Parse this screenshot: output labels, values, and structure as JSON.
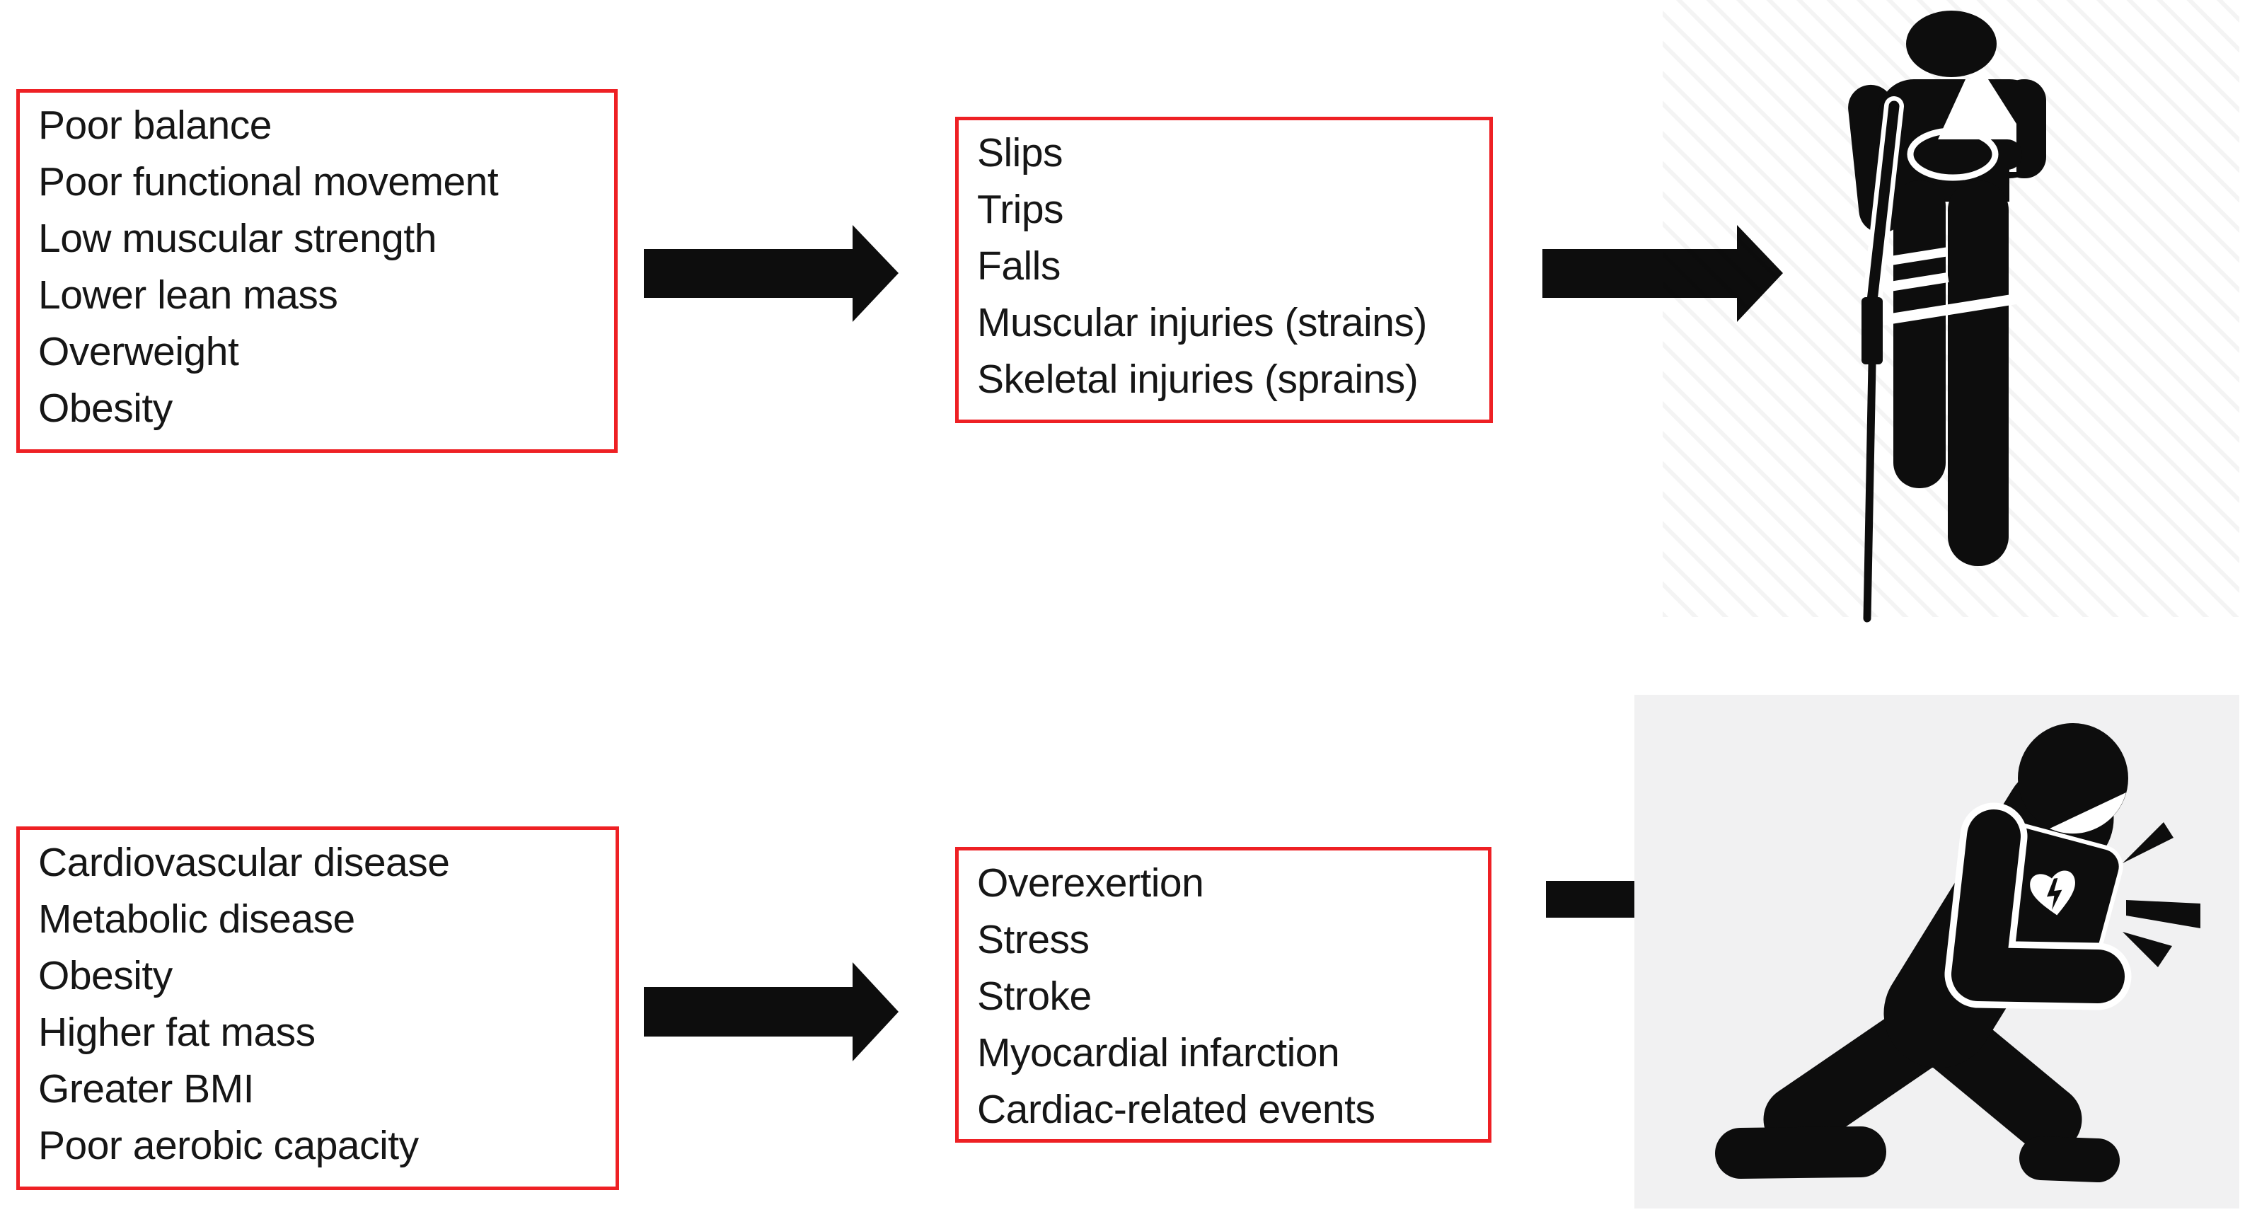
{
  "figure": {
    "description": "Risk factors leading to injury and cardiac events flow diagram",
    "colors": {
      "box_border_red": "#ee2024",
      "text_black": "#161616",
      "icon_black": "#0d0d0d",
      "panel_gray": "#f1f1f2",
      "background": "#ffffff"
    }
  },
  "rows": [
    {
      "risk_factors": [
        "Poor balance",
        "Poor functional movement",
        "Low muscular strength",
        "Lower lean mass",
        "Overweight",
        "Obesity"
      ],
      "outcomes": [
        "Slips",
        "Trips",
        "Falls",
        "Muscular injuries (strains)",
        "Skeletal injuries (sprains)"
      ],
      "icon": "injured-person-with-crutch-icon"
    },
    {
      "risk_factors": [
        "Cardiovascular disease",
        "Metabolic disease",
        "Obesity",
        "Higher fat mass",
        "Greater BMI",
        "Poor aerobic capacity"
      ],
      "outcomes": [
        "Overexertion",
        "Stress",
        "Stroke",
        "Myocardial infarction",
        "Cardiac-related events"
      ],
      "icon": "heart-attack-kneeling-icon"
    }
  ]
}
